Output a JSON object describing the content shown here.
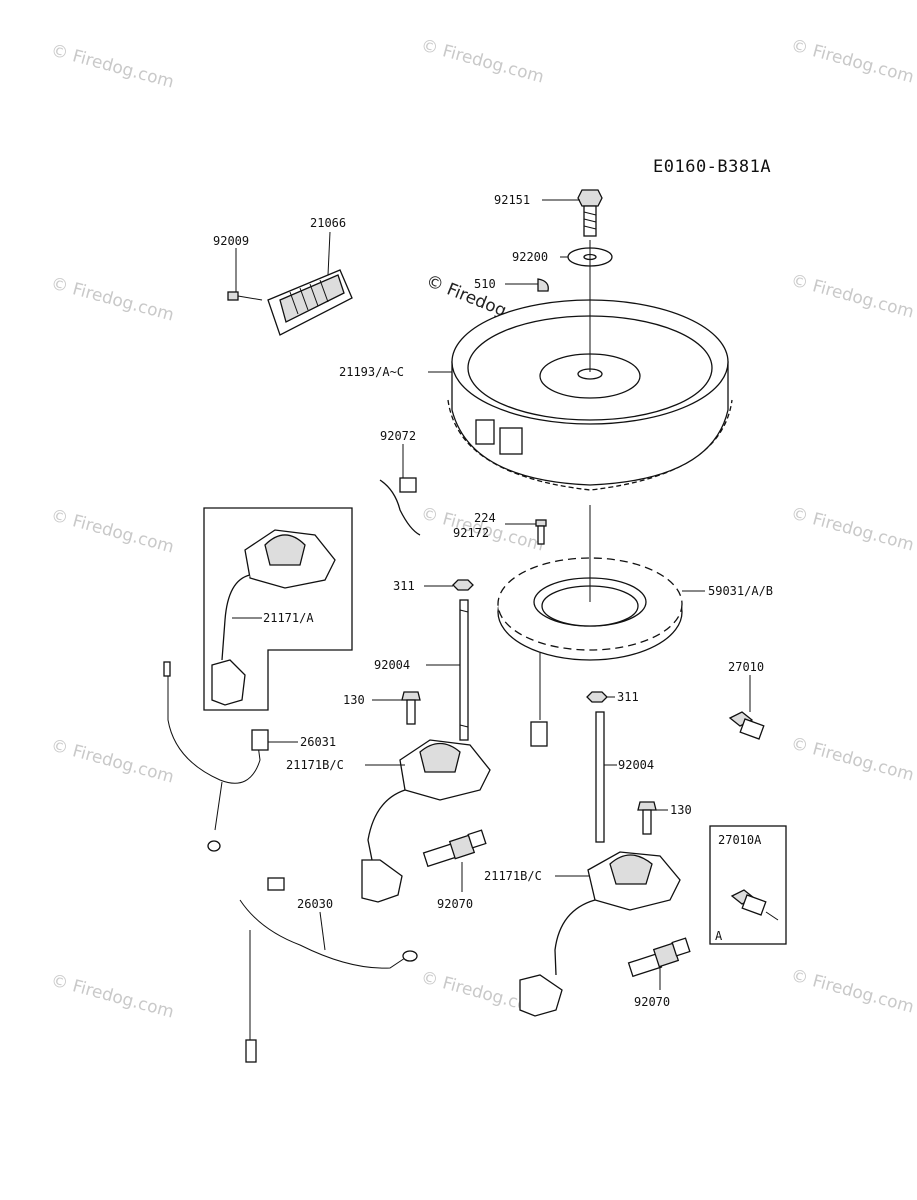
{
  "diagram": {
    "code": "E0160-B381A",
    "watermark": "© Firedog.com",
    "watermark_overlay": "© Firedog.com",
    "inset_a_letter": "A"
  },
  "labels": {
    "p92151": "92151",
    "p92200": "92200",
    "p510": "510",
    "p92009": "92009",
    "p21066": "21066",
    "p21193": "21193/A~C",
    "p92072": "92072",
    "p224": "224",
    "p92172": "92172",
    "p311a": "311",
    "p59031": "59031/A/B",
    "p21171a": "21171/A",
    "p92004a": "92004",
    "p27010": "27010",
    "p130a": "130",
    "p311b": "311",
    "p26031": "26031",
    "p21171bc1": "21171B/C",
    "p92004b": "92004",
    "p130b": "130",
    "p27010a": "27010A",
    "p21171bc2": "21171B/C",
    "p92070a": "92070",
    "p26030": "26030",
    "p92070b": "92070"
  }
}
